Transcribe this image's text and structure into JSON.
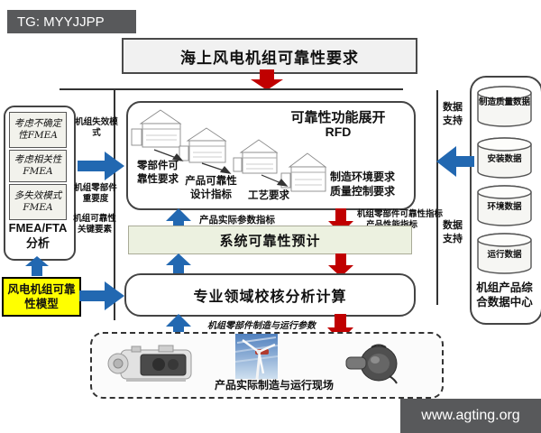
{
  "colors": {
    "arrow_red": "#c00000",
    "arrow_blue": "#2268b1",
    "model_yellow": "#ffff00",
    "prediction_green": "#ecf1e0",
    "badge_gray": "#58595b"
  },
  "tg_badge": "TG: MYYJJPP",
  "watermark": "www.agting.org",
  "title": "海上风电机组可靠性要求",
  "left_panel": {
    "fmea_boxes": [
      "考虑不确定性FMEA",
      "考虑相关性FMEA",
      "多失效模式FMEA"
    ],
    "fmea_label": "FMEA/FTA\n分析",
    "annotations": [
      "机组失效模式",
      "机组零部件重要度",
      "机组可靠性关键要素"
    ],
    "model_box": "风电机组可靠性模型"
  },
  "rfd": {
    "title": "可靠性功能展开",
    "subtitle": "RFD",
    "house_labels": [
      "零部件可靠性要求",
      "产品可靠性设计指标",
      "工艺要求",
      "制造环境要求\n质量控制要求"
    ]
  },
  "middle": {
    "up_label_top": "产品实际参数指标",
    "down_label_line1": "机组零部件可靠性指标",
    "down_label_line2": "产品性能指标",
    "prediction_box": "系统可靠性预计",
    "analysis_box": "专业领域校核分析计算",
    "bottom_label": "机组零部件制造与运行参数"
  },
  "bottom_panel": {
    "label": "产品实际制造与运行现场"
  },
  "right_panel": {
    "cylinders": [
      "制造质量数据",
      "安装数据",
      "环境数据",
      "运行数据"
    ],
    "label": "机组产品综合数据中心",
    "support_top": "数据支持",
    "support_bottom": "数据支持"
  }
}
